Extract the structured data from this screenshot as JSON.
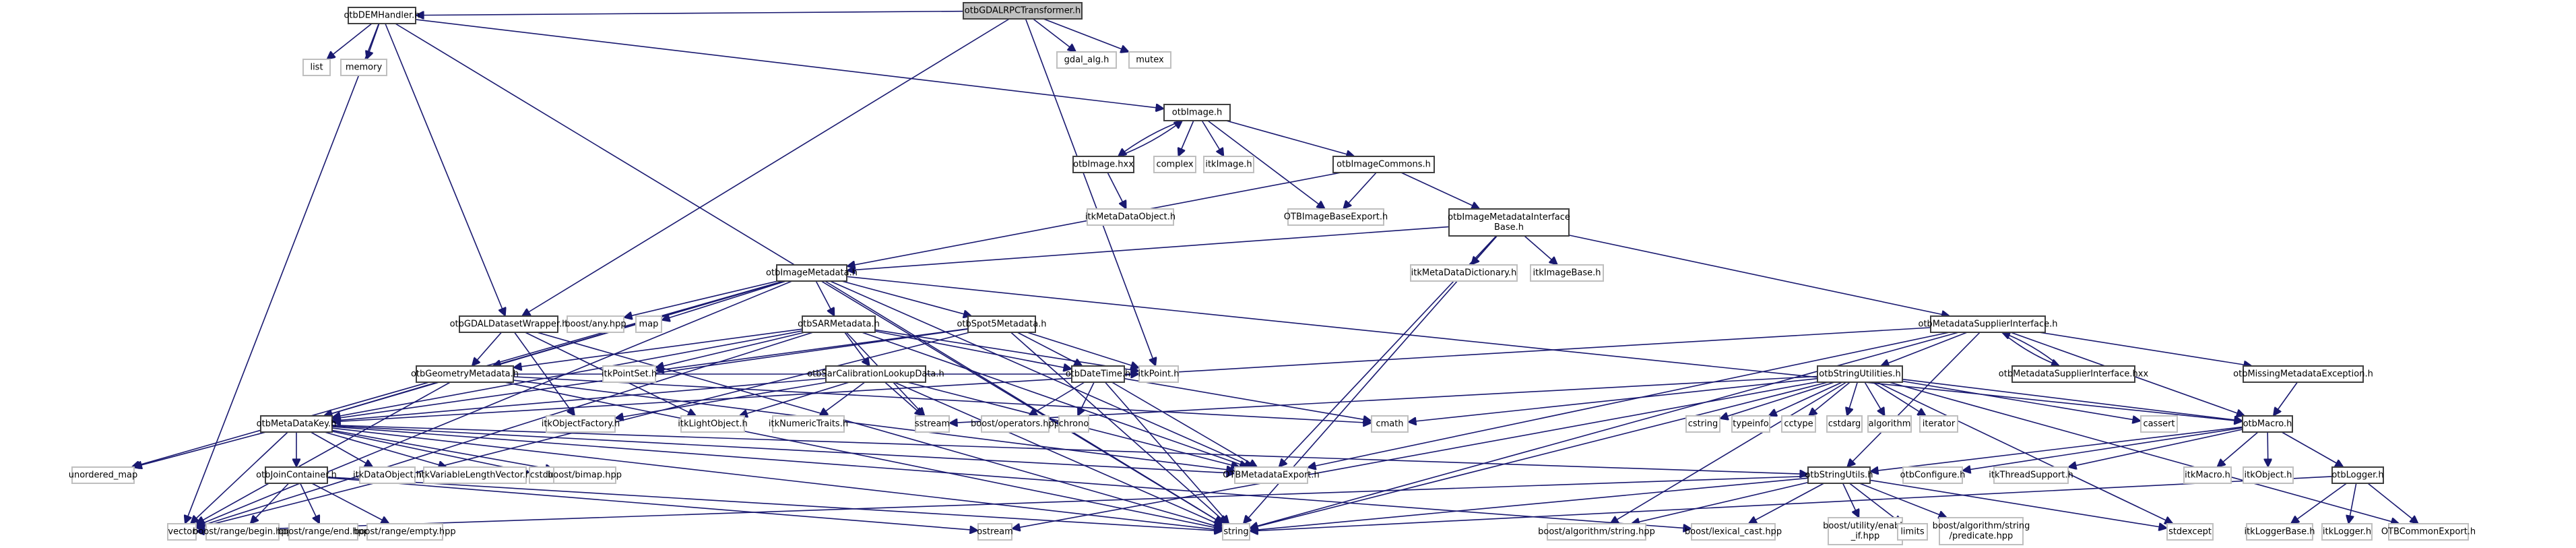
{
  "title": "otbGDALRPCTransformer.h include dependency graph",
  "colors": {
    "edge": "#191970",
    "root_fill": "#bfbfbf",
    "internal_border": "#404040",
    "external_border": "#bfbfbf"
  },
  "nodes": [
    {
      "id": "root",
      "label": "otbGDALRPCTransformer.h",
      "kind": "root"
    },
    {
      "id": "dem",
      "label": "otbDEMHandler.h",
      "kind": "internal"
    },
    {
      "id": "gdal_alg",
      "label": "gdal_alg.h",
      "kind": "external"
    },
    {
      "id": "mutex",
      "label": "mutex",
      "kind": "external"
    },
    {
      "id": "list",
      "label": "list",
      "kind": "external"
    },
    {
      "id": "memory",
      "label": "memory",
      "kind": "external"
    },
    {
      "id": "image",
      "label": "otbImage.h",
      "kind": "internal"
    },
    {
      "id": "imagehxx",
      "label": "otbImage.hxx",
      "kind": "internal"
    },
    {
      "id": "complex",
      "label": "complex",
      "kind": "external"
    },
    {
      "id": "itkImage",
      "label": "itkImage.h",
      "kind": "external"
    },
    {
      "id": "imgCommons",
      "label": "otbImageCommons.h",
      "kind": "internal"
    },
    {
      "id": "itkMetaDataObject",
      "label": "itkMetaDataObject.h",
      "kind": "external"
    },
    {
      "id": "OTBImageBaseExport",
      "label": "OTBImageBaseExport.h",
      "kind": "external"
    },
    {
      "id": "imdib",
      "label": "otbImageMetadataInterface\nBase.h",
      "kind": "internal"
    },
    {
      "id": "imgMetadata",
      "label": "otbImageMetadata.h",
      "kind": "internal"
    },
    {
      "id": "itkMetaDataDictionary",
      "label": "itkMetaDataDictionary.h",
      "kind": "external"
    },
    {
      "id": "itkImageBase",
      "label": "itkImageBase.h",
      "kind": "external"
    },
    {
      "id": "gdalDW",
      "label": "otbGDALDatasetWrapper.h",
      "kind": "internal"
    },
    {
      "id": "boostany",
      "label": "boost/any.hpp",
      "kind": "external"
    },
    {
      "id": "map",
      "label": "map",
      "kind": "external"
    },
    {
      "id": "sar",
      "label": "otbSARMetadata.h",
      "kind": "internal"
    },
    {
      "id": "spot5",
      "label": "otbSpot5Metadata.h",
      "kind": "internal"
    },
    {
      "id": "mdsi",
      "label": "otbMetadataSupplierInterface.h",
      "kind": "internal"
    },
    {
      "id": "geom",
      "label": "otbGeometryMetadata.h",
      "kind": "internal"
    },
    {
      "id": "itkPointSet",
      "label": "itkPointSet.h",
      "kind": "external"
    },
    {
      "id": "sarCal",
      "label": "otbSarCalibrationLookupData.h",
      "kind": "internal"
    },
    {
      "id": "dateTime",
      "label": "otbDateTime.h",
      "kind": "internal"
    },
    {
      "id": "itkPoint",
      "label": "itkPoint.h",
      "kind": "external"
    },
    {
      "id": "strUtilities",
      "label": "otbStringUtilities.h",
      "kind": "internal"
    },
    {
      "id": "mdsihxx",
      "label": "otbMetadataSupplierInterface.hxx",
      "kind": "internal"
    },
    {
      "id": "missingMD",
      "label": "otbMissingMetadataException.h",
      "kind": "internal"
    },
    {
      "id": "mdkey",
      "label": "otbMetaDataKey.h",
      "kind": "internal"
    },
    {
      "id": "itkObjectFactory",
      "label": "itkObjectFactory.h",
      "kind": "external"
    },
    {
      "id": "itkLightObject",
      "label": "itkLightObject.h",
      "kind": "external"
    },
    {
      "id": "itkNumericTraits",
      "label": "itkNumericTraits.h",
      "kind": "external"
    },
    {
      "id": "sstream",
      "label": "sstream",
      "kind": "external"
    },
    {
      "id": "boostOperators",
      "label": "boost/operators.hpp",
      "kind": "external"
    },
    {
      "id": "chrono",
      "label": "chrono",
      "kind": "external"
    },
    {
      "id": "cmath",
      "label": "cmath",
      "kind": "external"
    },
    {
      "id": "cstring",
      "label": "cstring",
      "kind": "external"
    },
    {
      "id": "typeinfo",
      "label": "typeinfo",
      "kind": "external"
    },
    {
      "id": "cctype",
      "label": "cctype",
      "kind": "external"
    },
    {
      "id": "cstdarg",
      "label": "cstdarg",
      "kind": "external"
    },
    {
      "id": "algorithm",
      "label": "algorithm",
      "kind": "external"
    },
    {
      "id": "iterator",
      "label": "iterator",
      "kind": "external"
    },
    {
      "id": "cassert",
      "label": "cassert",
      "kind": "external"
    },
    {
      "id": "macro",
      "label": "otbMacro.h",
      "kind": "internal"
    },
    {
      "id": "unorderedMap",
      "label": "unordered_map",
      "kind": "external"
    },
    {
      "id": "joinContainer",
      "label": "otbJoinContainer.h",
      "kind": "internal"
    },
    {
      "id": "itkDataObject",
      "label": "itkDataObject.h",
      "kind": "external"
    },
    {
      "id": "itkVLV",
      "label": "itkVariableLengthVector.h",
      "kind": "external"
    },
    {
      "id": "cstdio",
      "label": "cstdio",
      "kind": "external"
    },
    {
      "id": "boostBimap",
      "label": "boost/bimap.hpp",
      "kind": "external"
    },
    {
      "id": "OTBMetadataExport",
      "label": "OTBMetadataExport.h",
      "kind": "external"
    },
    {
      "id": "strUtils",
      "label": "otbStringUtils.h",
      "kind": "internal"
    },
    {
      "id": "otbConfigure",
      "label": "otbConfigure.h",
      "kind": "external"
    },
    {
      "id": "itkThreadSupport",
      "label": "itkThreadSupport.h",
      "kind": "external"
    },
    {
      "id": "itkMacro",
      "label": "itkMacro.h",
      "kind": "external"
    },
    {
      "id": "itkObject",
      "label": "itkObject.h",
      "kind": "external"
    },
    {
      "id": "logger",
      "label": "otbLogger.h",
      "kind": "internal"
    },
    {
      "id": "vector",
      "label": "vector",
      "kind": "external"
    },
    {
      "id": "rangeBegin",
      "label": "boost/range/begin.hpp",
      "kind": "external"
    },
    {
      "id": "rangeEnd",
      "label": "boost/range/end.hpp",
      "kind": "external"
    },
    {
      "id": "rangeEmpty",
      "label": "boost/range/empty.hpp",
      "kind": "external"
    },
    {
      "id": "ostream",
      "label": "ostream",
      "kind": "external"
    },
    {
      "id": "string",
      "label": "string",
      "kind": "external"
    },
    {
      "id": "boostAlgString",
      "label": "boost/algorithm/string.hpp",
      "kind": "external"
    },
    {
      "id": "boostLexical",
      "label": "boost/lexical_cast.hpp",
      "kind": "external"
    },
    {
      "id": "boostEnableIf",
      "label": "boost/utility/enable\n_if.hpp",
      "kind": "external"
    },
    {
      "id": "limits",
      "label": "limits",
      "kind": "external"
    },
    {
      "id": "boostPredicate",
      "label": "boost/algorithm/string\n/predicate.hpp",
      "kind": "external"
    },
    {
      "id": "stdexcept",
      "label": "stdexcept",
      "kind": "external"
    },
    {
      "id": "itkLoggerBase",
      "label": "itkLoggerBase.h",
      "kind": "external"
    },
    {
      "id": "itkLogger",
      "label": "itkLogger.h",
      "kind": "external"
    },
    {
      "id": "OTBCommonExport",
      "label": "OTBCommonExport.h",
      "kind": "external"
    }
  ],
  "edges": [
    [
      "root",
      "dem"
    ],
    [
      "root",
      "gdal_alg"
    ],
    [
      "root",
      "mutex"
    ],
    [
      "root",
      "gdalDW"
    ],
    [
      "root",
      "itkPoint"
    ],
    [
      "dem",
      "list"
    ],
    [
      "dem",
      "memory"
    ],
    [
      "dem",
      "image"
    ],
    [
      "dem",
      "gdalDW"
    ],
    [
      "dem",
      "vector"
    ],
    [
      "dem",
      "string"
    ],
    [
      "image",
      "imagehxx"
    ],
    [
      "imagehxx",
      "image"
    ],
    [
      "image",
      "complex"
    ],
    [
      "image",
      "itkImage"
    ],
    [
      "image",
      "imgCommons"
    ],
    [
      "image",
      "OTBImageBaseExport"
    ],
    [
      "imagehxx",
      "itkMetaDataObject"
    ],
    [
      "imgCommons",
      "OTBImageBaseExport"
    ],
    [
      "imgCommons",
      "imdib"
    ],
    [
      "imgCommons",
      "imgMetadata"
    ],
    [
      "imdib",
      "imgMetadata"
    ],
    [
      "imdib",
      "itkMetaDataDictionary"
    ],
    [
      "imdib",
      "itkImageBase"
    ],
    [
      "imdib",
      "mdsi"
    ],
    [
      "imdib",
      "OTBMetadataExport"
    ],
    [
      "imdib",
      "string"
    ],
    [
      "imgMetadata",
      "sar"
    ],
    [
      "imgMetadata",
      "spot5"
    ],
    [
      "imgMetadata",
      "boostany"
    ],
    [
      "imgMetadata",
      "map"
    ],
    [
      "imgMetadata",
      "mdkey"
    ],
    [
      "imgMetadata",
      "geom"
    ],
    [
      "imgMetadata",
      "unorderedMap"
    ],
    [
      "imgMetadata",
      "vector"
    ],
    [
      "imgMetadata",
      "OTBMetadataExport"
    ],
    [
      "imgMetadata",
      "string"
    ],
    [
      "imgMetadata",
      "macro"
    ],
    [
      "gdalDW",
      "geom"
    ],
    [
      "gdalDW",
      "itkObjectFactory"
    ],
    [
      "gdalDW",
      "itkLightObject"
    ],
    [
      "gdalDW",
      "string"
    ],
    [
      "sar",
      "sarCal"
    ],
    [
      "sar",
      "itkPointSet"
    ],
    [
      "sar",
      "dateTime"
    ],
    [
      "sar",
      "itkPoint"
    ],
    [
      "sar",
      "mdkey"
    ],
    [
      "sar",
      "sstream"
    ],
    [
      "sar",
      "OTBMetadataExport"
    ],
    [
      "sar",
      "geom"
    ],
    [
      "sar",
      "vector"
    ],
    [
      "spot5",
      "dateTime"
    ],
    [
      "spot5",
      "itkPoint"
    ],
    [
      "spot5",
      "mdkey"
    ],
    [
      "spot5",
      "itkPointSet"
    ],
    [
      "spot5",
      "string"
    ],
    [
      "spot5",
      "vector"
    ],
    [
      "sarCal",
      "itkLightObject"
    ],
    [
      "sarCal",
      "itkNumericTraits"
    ],
    [
      "sarCal",
      "itkObjectFactory"
    ],
    [
      "sarCal",
      "sstream"
    ],
    [
      "sarCal",
      "OTBMetadataExport"
    ],
    [
      "sarCal",
      "mdkey"
    ],
    [
      "sarCal",
      "string"
    ],
    [
      "dateTime",
      "boostOperators"
    ],
    [
      "dateTime",
      "chrono"
    ],
    [
      "dateTime",
      "OTBMetadataExport"
    ],
    [
      "dateTime",
      "cmath"
    ],
    [
      "dateTime",
      "string"
    ],
    [
      "geom",
      "mdkey"
    ],
    [
      "geom",
      "itkPoint"
    ],
    [
      "geom",
      "vector"
    ],
    [
      "geom",
      "string"
    ],
    [
      "geom",
      "OTBMetadataExport"
    ],
    [
      "geom",
      "cmath"
    ],
    [
      "mdsi",
      "strUtilities"
    ],
    [
      "mdsi",
      "mdsihxx"
    ],
    [
      "mdsihxx",
      "mdsi"
    ],
    [
      "mdsi",
      "missingMD"
    ],
    [
      "mdsi",
      "mdkey"
    ],
    [
      "mdsi",
      "OTBMetadataExport"
    ],
    [
      "mdsi",
      "strUtils"
    ],
    [
      "mdsi",
      "string"
    ],
    [
      "mdsi",
      "macro"
    ],
    [
      "strUtilities",
      "cstring"
    ],
    [
      "strUtilities",
      "typeinfo"
    ],
    [
      "strUtilities",
      "cctype"
    ],
    [
      "strUtilities",
      "cstdarg"
    ],
    [
      "strUtilities",
      "algorithm"
    ],
    [
      "strUtilities",
      "iterator"
    ],
    [
      "strUtilities",
      "cassert"
    ],
    [
      "strUtilities",
      "macro"
    ],
    [
      "strUtilities",
      "cmath"
    ],
    [
      "strUtilities",
      "sstream"
    ],
    [
      "strUtilities",
      "string"
    ],
    [
      "strUtilities",
      "stdexcept"
    ],
    [
      "strUtilities",
      "OTBCommonExport"
    ],
    [
      "strUtilities",
      "boostAlgString"
    ],
    [
      "strUtilities",
      "ostream"
    ],
    [
      "missingMD",
      "macro"
    ],
    [
      "macro",
      "itkThreadSupport"
    ],
    [
      "macro",
      "itkMacro"
    ],
    [
      "macro",
      "itkObject"
    ],
    [
      "macro",
      "logger"
    ],
    [
      "macro",
      "otbConfigure"
    ],
    [
      "macro",
      "strUtils"
    ],
    [
      "mdkey",
      "unorderedMap"
    ],
    [
      "mdkey",
      "joinContainer"
    ],
    [
      "mdkey",
      "itkDataObject"
    ],
    [
      "mdkey",
      "itkVLV"
    ],
    [
      "mdkey",
      "cstdio"
    ],
    [
      "mdkey",
      "boostBimap"
    ],
    [
      "mdkey",
      "OTBMetadataExport"
    ],
    [
      "mdkey",
      "strUtils"
    ],
    [
      "mdkey",
      "vector"
    ],
    [
      "mdkey",
      "string"
    ],
    [
      "mdkey",
      "boostLexical"
    ],
    [
      "joinContainer",
      "rangeBegin"
    ],
    [
      "joinContainer",
      "rangeEnd"
    ],
    [
      "joinContainer",
      "rangeEmpty"
    ],
    [
      "joinContainer",
      "ostream"
    ],
    [
      "joinContainer",
      "string"
    ],
    [
      "strUtils",
      "boostLexical"
    ],
    [
      "strUtils",
      "boostEnableIf"
    ],
    [
      "strUtils",
      "limits"
    ],
    [
      "strUtils",
      "boostPredicate"
    ],
    [
      "strUtils",
      "stdexcept"
    ],
    [
      "strUtils",
      "boostAlgString"
    ],
    [
      "strUtils",
      "string"
    ],
    [
      "strUtils",
      "vector"
    ],
    [
      "logger",
      "itkLoggerBase"
    ],
    [
      "logger",
      "itkLogger"
    ],
    [
      "logger",
      "OTBCommonExport"
    ],
    [
      "logger",
      "string"
    ]
  ]
}
